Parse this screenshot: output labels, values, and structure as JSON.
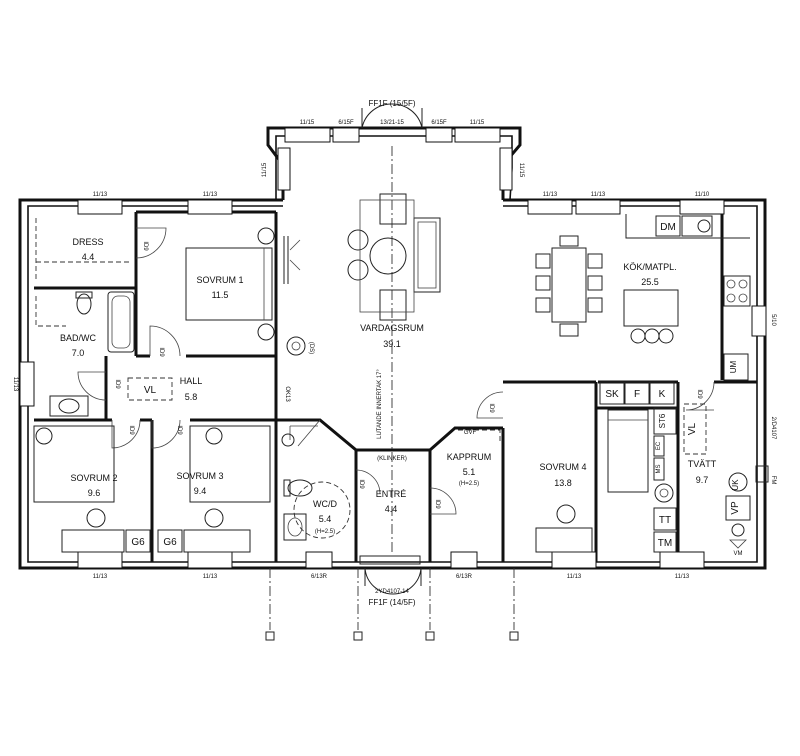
{
  "rooms": {
    "dress": {
      "name": "DRESS",
      "area": "4.4"
    },
    "sovrum1": {
      "name": "SOVRUM 1",
      "area": "11.5"
    },
    "badwc": {
      "name": "BAD/WC",
      "area": "7.0"
    },
    "hall": {
      "name": "HALL",
      "area": "5.8"
    },
    "vardag": {
      "name": "VARDAGSRUM",
      "area": "39.1"
    },
    "kok": {
      "name": "KÖK/MATPL.",
      "area": "25.5"
    },
    "sovrum2": {
      "name": "SOVRUM 2",
      "area": "9.6"
    },
    "sovrum3": {
      "name": "SOVRUM 3",
      "area": "9.4"
    },
    "wcd": {
      "name": "WC/D",
      "area": "5.4"
    },
    "entre": {
      "name": "ENTRÉ",
      "area": "4.4"
    },
    "kapprum": {
      "name": "KAPPRUM",
      "area": "5.1"
    },
    "sovrum4": {
      "name": "SOVRUM 4",
      "area": "13.8"
    },
    "tvatt": {
      "name": "TVÄTT",
      "area": "9.7"
    }
  },
  "windows": {
    "top_center": "FF1F (15/5F)",
    "top_1115_a": "11/15",
    "top_615f_a": "6/15F",
    "top_1321_15": "13/21-15",
    "top_615f_b": "6/15F",
    "top_1115_b": "11/15",
    "side_1115_l": "11/15",
    "side_1115_r": "11/15",
    "dress_1113": "11/13",
    "s1_1113": "11/13",
    "kok_1113_a": "11/13",
    "kok_1113_b": "11/13",
    "kok_1110": "11/10",
    "west_1113": "11/13",
    "east_510": "5/10",
    "east_door": "2/D4107",
    "fm": "FM",
    "bottom_1113_a": "11/13",
    "bottom_1113_b": "11/13",
    "bottom_613r_a": "6/13R",
    "bottom_613r_b": "6/13R",
    "bottom_1113_c": "11/13",
    "bottom_1113_d": "11/13",
    "door_code": "2YD4107-14",
    "bottom_center": "FF1F (14/5F)"
  },
  "doors": {
    "d1": "ID9",
    "d2": "ID9",
    "d3": "ID9",
    "d4": "ID9",
    "d5": "ID9",
    "d6": "ID9",
    "d7": "ID9",
    "d8": "ID9",
    "d9": "ID9",
    "d10": "OK13"
  },
  "fixtures": {
    "dm": "DM",
    "vl_hall": "VL",
    "vl_tvatt": "VL",
    "sk": "SK",
    "f": "F",
    "k": "K",
    "st6": "ST6",
    "ec": "EC",
    "ms": "MS",
    "tt": "TT",
    "tm": "TM",
    "vp": "VP",
    "uk": "UK",
    "g6_a": "G6",
    "g6_b": "G6",
    "um": "UM",
    "vm": "VM",
    "ds": "(DS)",
    "klinker": "(KLINKER)",
    "gvf": "GVF",
    "h25_a": "(H=2.5)",
    "h25_b": "(H=2.5)",
    "ceiling_note": "LUTANDE INNERTAK 17°"
  }
}
